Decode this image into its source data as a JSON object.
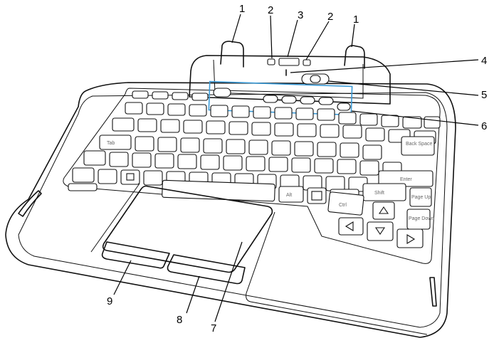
{
  "callouts": [
    {
      "id": "1",
      "label": "1"
    },
    {
      "id": "2",
      "label": "2"
    },
    {
      "id": "3",
      "label": "3"
    },
    {
      "id": "2b",
      "label": "2"
    },
    {
      "id": "1b",
      "label": "1"
    },
    {
      "id": "4",
      "label": "4"
    },
    {
      "id": "5",
      "label": "5"
    },
    {
      "id": "6",
      "label": "6"
    },
    {
      "id": "7",
      "label": "7"
    },
    {
      "id": "8",
      "label": "8"
    },
    {
      "id": "9",
      "label": "9"
    }
  ],
  "keys": {
    "enter": "Enter",
    "shift": "Shift",
    "ctrl": "Ctrl",
    "alt": "Alt",
    "tab": "Tab",
    "page_up": "Page Up",
    "page_down": "Page Down",
    "back_space": "Back Space"
  },
  "colors": {
    "line": "#111111",
    "highlight": "#3a9bd8"
  }
}
